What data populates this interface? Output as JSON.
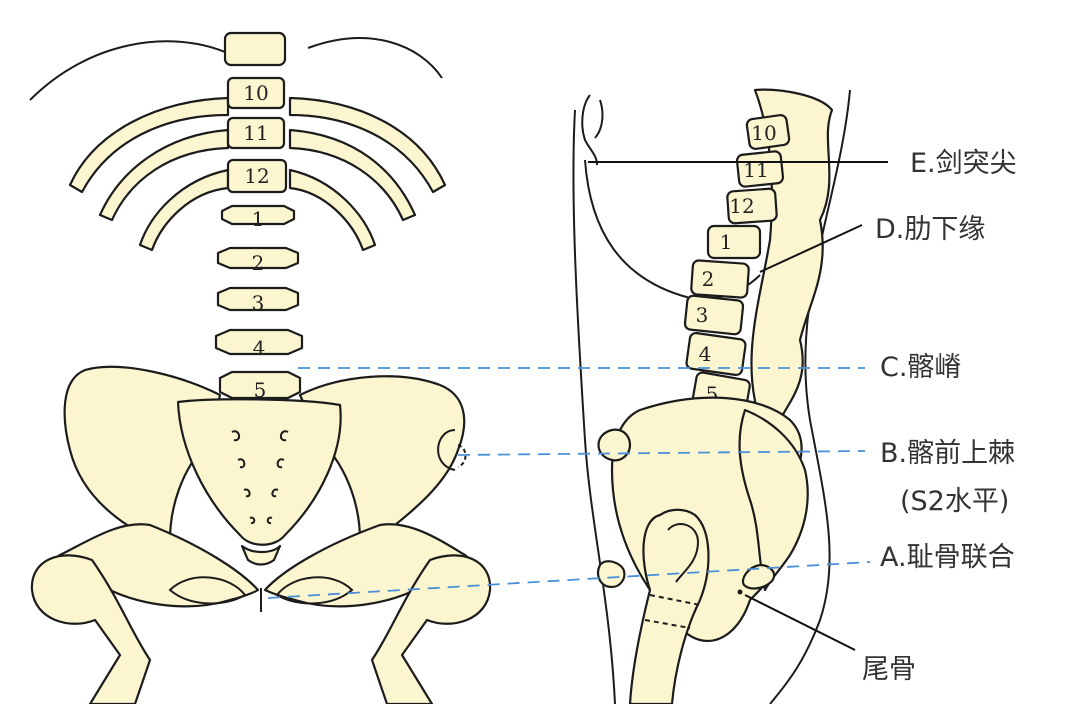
{
  "colors": {
    "bone_fill": "#fbf6cf",
    "outline": "#1c1c1c",
    "dashed_line": "#4a90d9",
    "background": "#ffffff"
  },
  "anterior_view": {
    "thoracic_vertebrae": [
      "10",
      "11",
      "12"
    ],
    "lumbar_vertebrae": [
      "1",
      "2",
      "3",
      "4",
      "5"
    ]
  },
  "lateral_view": {
    "thoracic_vertebrae": [
      "10",
      "11",
      "12"
    ],
    "lumbar_vertebrae": [
      "1",
      "2",
      "3",
      "4",
      "5"
    ]
  },
  "labels": {
    "E": "E.剑突尖",
    "D": "D.肋下缘",
    "C": "C.髂嵴",
    "B": "B.髂前上棘",
    "B_note": "(S2水平)",
    "A": "A.耻骨联合",
    "coccyx": "尾骨"
  }
}
